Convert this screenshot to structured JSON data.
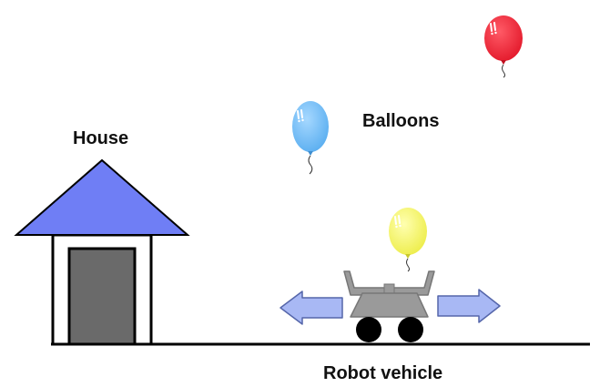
{
  "labels": {
    "house": "House",
    "balloons": "Balloons",
    "robot": "Robot vehicle"
  },
  "colors": {
    "roof": "#6f7ef5",
    "door": "#6a6a6a",
    "wall": "#ffffff",
    "ground": "#000000",
    "robot_body": "#9a9a9a",
    "wheel": "#000000",
    "arrow": "#a8b8f4",
    "arrow_stroke": "#5566aa",
    "balloon_red": "#e3192b",
    "balloon_blue": "#6cb8f2",
    "balloon_yellow": "#f5f55e"
  },
  "icons": {
    "left_arrow": "arrow-left-icon",
    "right_arrow": "arrow-right-icon"
  }
}
